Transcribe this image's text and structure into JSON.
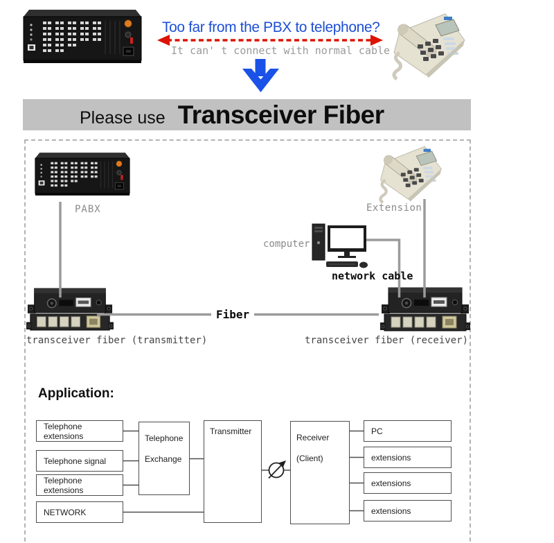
{
  "top": {
    "headline": "Too far from the PBX to telephone?",
    "subline": "It can' t connect with normal cable"
  },
  "banner": {
    "prefix": "Please use",
    "title": "Transceiver Fiber"
  },
  "labels": {
    "pabx": "PABX",
    "extension": "Extension",
    "computer": "computer",
    "network_cable": "network cable",
    "fiber": "Fiber",
    "transmitter": "transceiver fiber (transmitter)",
    "receiver": "transceiver fiber (receiver)"
  },
  "application": {
    "heading": "Application:",
    "left_boxes": [
      "Telephone extensions",
      "Telephone signal",
      "Telephone extensions",
      "NETWORK"
    ],
    "exchange_line1": "Telephone",
    "exchange_line2": "Exchange",
    "transmitter": "Transmitter",
    "receiver_line1": "Receiver",
    "receiver_line2": "(Client)",
    "right_boxes": [
      "PC",
      "extensions",
      "extensions",
      "extensions"
    ]
  },
  "colors": {
    "headline_blue": "#1d4fd6",
    "arrow_red": "#db1405",
    "arrow_blue": "#1a52e8",
    "banner_bg": "#c1c1c1",
    "label_gray": "#8a8a8a",
    "link_line_gray": "#9b9b9b"
  }
}
